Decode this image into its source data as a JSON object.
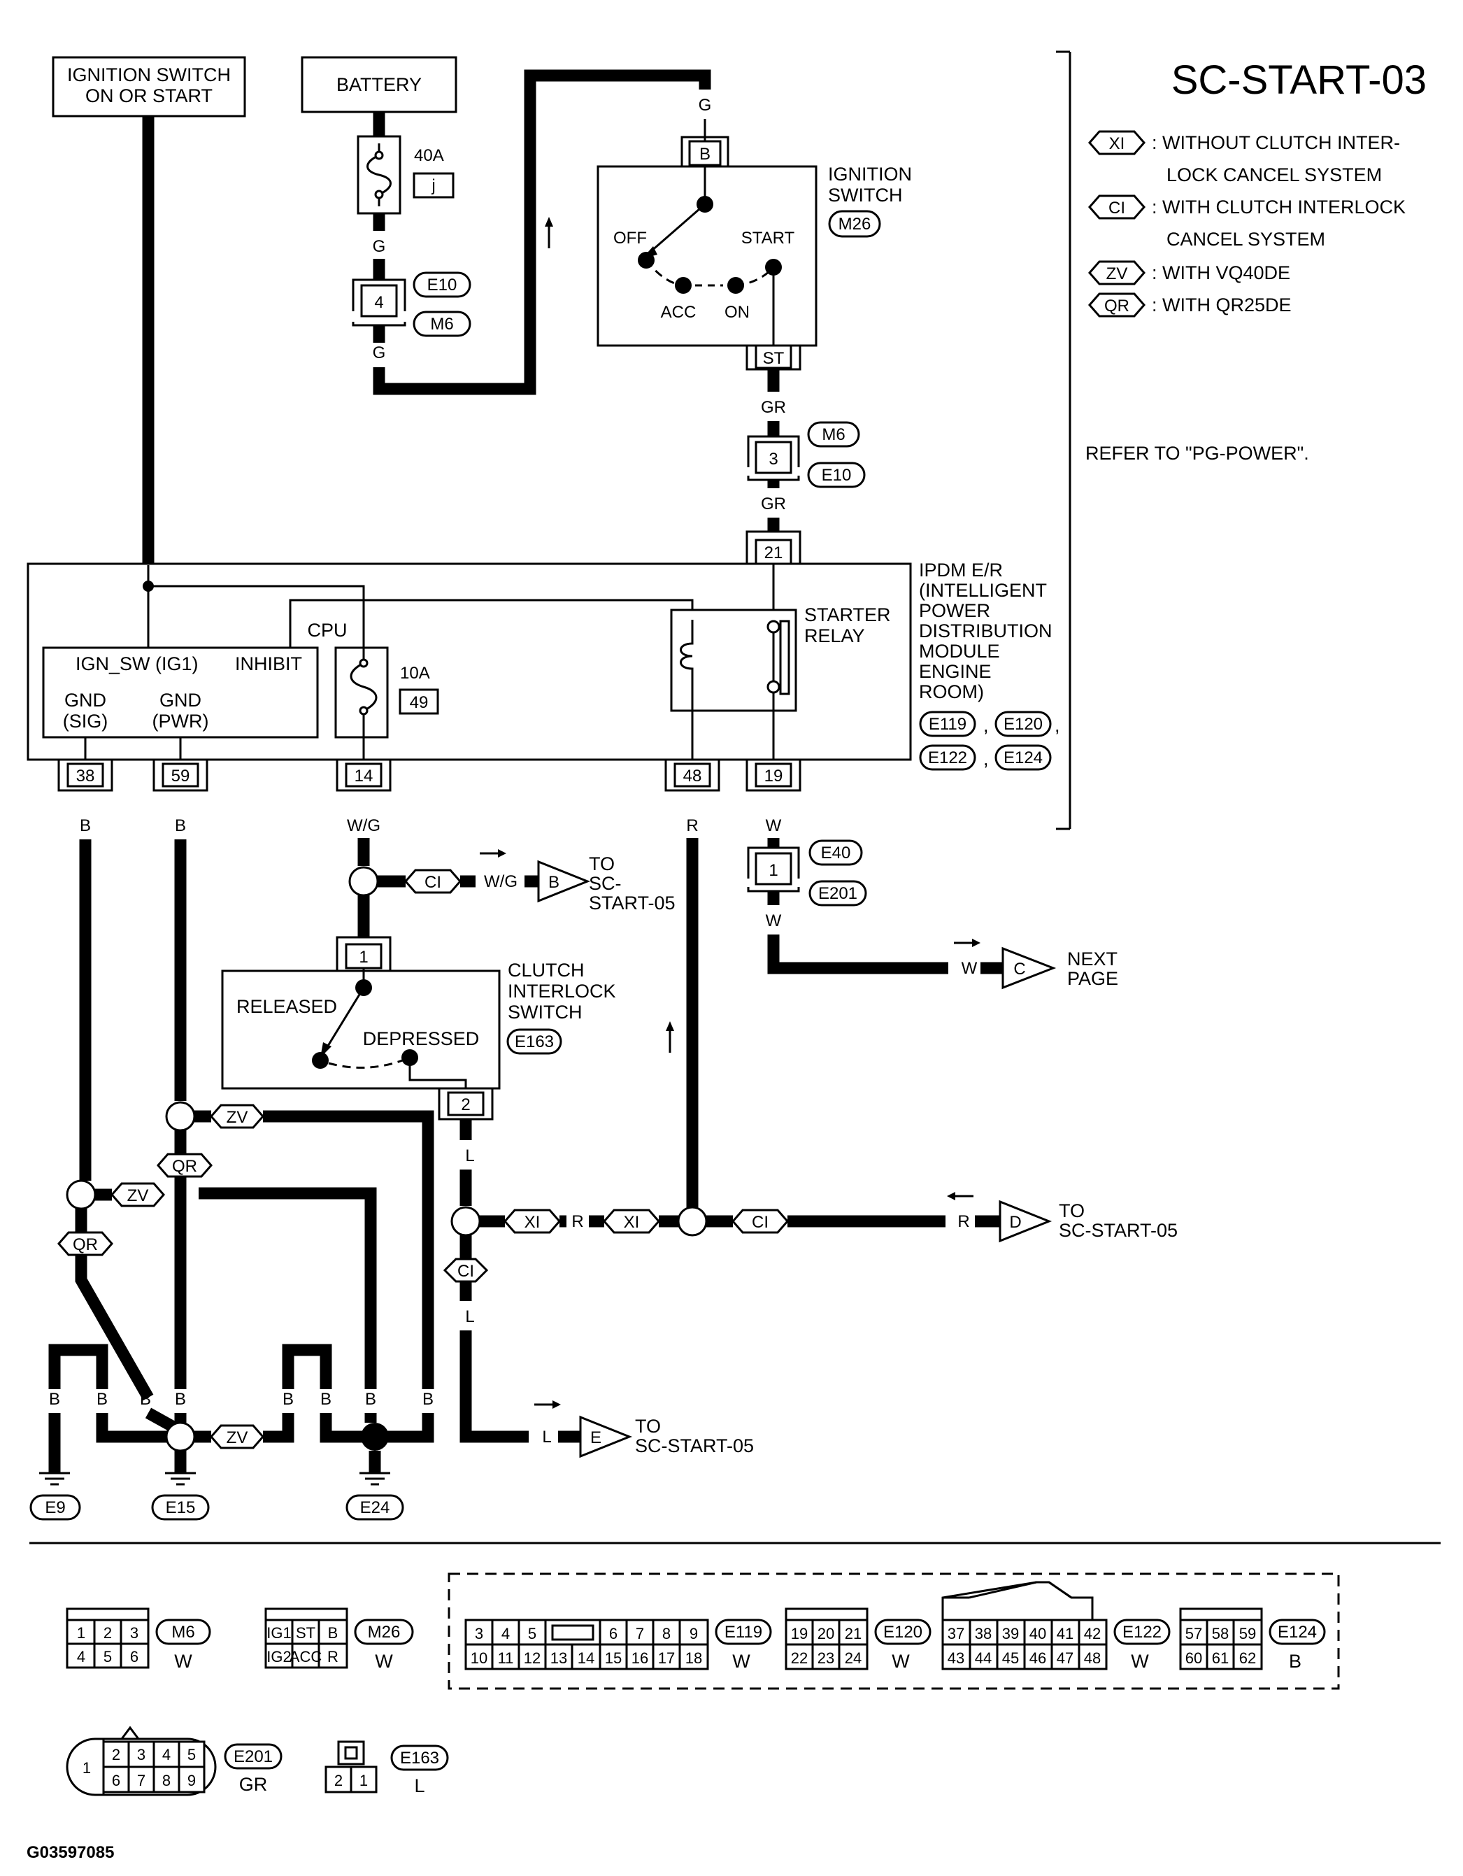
{
  "page_title": "SC-START-03",
  "figure_id": "G03597085",
  "legend": [
    {
      "code": "XI",
      "text_line1": ": WITHOUT CLUTCH INTER-",
      "text_line2": "LOCK CANCEL SYSTEM"
    },
    {
      "code": "CI",
      "text_line1": ": WITH CLUTCH INTERLOCK",
      "text_line2": "CANCEL SYSTEM"
    },
    {
      "code": "ZV",
      "text_line1": ": WITH VQ40DE",
      "text_line2": ""
    },
    {
      "code": "QR",
      "text_line1": ": WITH QR25DE",
      "text_line2": ""
    }
  ],
  "refer_note": "REFER TO  \"PG-POWER\".",
  "sources": {
    "ignition_line1": "IGNITION SWITCH",
    "ignition_line2": "ON OR START",
    "battery": "BATTERY"
  },
  "fuse_40a": {
    "rating": "40A",
    "id": "j"
  },
  "fuse_10a": {
    "rating": "10A",
    "id": "49"
  },
  "ignition_switch": {
    "title_line1": "IGNITION",
    "title_line2": "SWITCH",
    "connector": "M26",
    "pin_in": "B",
    "pin_out": "ST",
    "positions": {
      "off": "OFF",
      "acc": "ACC",
      "on": "ON",
      "start": "START"
    }
  },
  "ipdm": {
    "title_lines": [
      "IPDM E/R",
      "(INTELLIGENT",
      "POWER",
      "DISTRIBUTION",
      "MODULE",
      "ENGINE",
      "ROOM)"
    ],
    "connectors": [
      "E119",
      "E120",
      "E122",
      "E124"
    ],
    "cpu": "CPU",
    "ign_sw": "IGN_SW (IG1)",
    "inhibit": "INHIBIT",
    "gnd_sig_1": "GND",
    "gnd_sig_2": "(SIG)",
    "gnd_pwr_1": "GND",
    "gnd_pwr_2": "(PWR)",
    "starter_relay_1": "STARTER",
    "starter_relay_2": "RELAY",
    "pins": {
      "p38": "38",
      "p59": "59",
      "p14": "14",
      "p48": "48",
      "p19": "19",
      "p21": "21"
    }
  },
  "clutch_switch": {
    "title_lines": [
      "CLUTCH",
      "INTERLOCK",
      "SWITCH"
    ],
    "connector": "E163",
    "released": "RELEASED",
    "depressed": "DEPRESSED",
    "pin1": "1",
    "pin2": "2"
  },
  "wire_colors": {
    "g": "G",
    "gr": "GR",
    "b": "B",
    "wg": "W/G",
    "r": "R",
    "w": "W",
    "l": "L"
  },
  "junctions": {
    "e10_m6_pin": "4",
    "e10": "E10",
    "m6": "M6",
    "m6_e10_pin": "3",
    "e40_e201_pin": "1",
    "e40": "E40",
    "e201": "E201"
  },
  "offpage": [
    {
      "letter": "B",
      "line1": "TO",
      "line2": "SC-",
      "line3": "START-05"
    },
    {
      "letter": "C",
      "line1": "NEXT",
      "line2": "PAGE",
      "line3": ""
    },
    {
      "letter": "D",
      "line1": "TO",
      "line2": "SC-START-05",
      "line3": ""
    },
    {
      "letter": "E",
      "line1": "TO",
      "line2": "SC-START-05",
      "line3": ""
    }
  ],
  "grounds": [
    "E9",
    "E15",
    "E24"
  ],
  "connector_views": {
    "m6": {
      "id": "M6",
      "color": "W",
      "row1": [
        "1",
        "2",
        "3"
      ],
      "row2": [
        "4",
        "5",
        "6"
      ]
    },
    "m26": {
      "id": "M26",
      "color": "W",
      "row1": [
        "IG1",
        "ST",
        "B"
      ],
      "row2": [
        "IG2",
        "ACC",
        "R"
      ]
    },
    "e119": {
      "id": "E119",
      "color": "W",
      "row1": [
        "3",
        "4",
        "5",
        "",
        "6",
        "7",
        "8",
        "9"
      ],
      "row2": [
        "10",
        "11",
        "12",
        "13",
        "14",
        "15",
        "16",
        "17",
        "18"
      ]
    },
    "e120": {
      "id": "E120",
      "color": "W",
      "row1": [
        "19",
        "20",
        "21"
      ],
      "row2": [
        "22",
        "23",
        "24"
      ]
    },
    "e122": {
      "id": "E122",
      "color": "W",
      "row1": [
        "37",
        "38",
        "39",
        "40",
        "41",
        "42"
      ],
      "row2": [
        "43",
        "44",
        "45",
        "46",
        "47",
        "48"
      ]
    },
    "e124": {
      "id": "E124",
      "color": "B",
      "row1": [
        "57",
        "58",
        "59"
      ],
      "row2": [
        "60",
        "61",
        "62"
      ]
    },
    "e201": {
      "id": "E201",
      "color": "GR",
      "left": "1",
      "row1": [
        "2",
        "3",
        "4",
        "5"
      ],
      "row2": [
        "6",
        "7",
        "8",
        "9"
      ]
    },
    "e163": {
      "id": "E163",
      "color": "L",
      "row1": [
        "2",
        "1"
      ]
    }
  }
}
